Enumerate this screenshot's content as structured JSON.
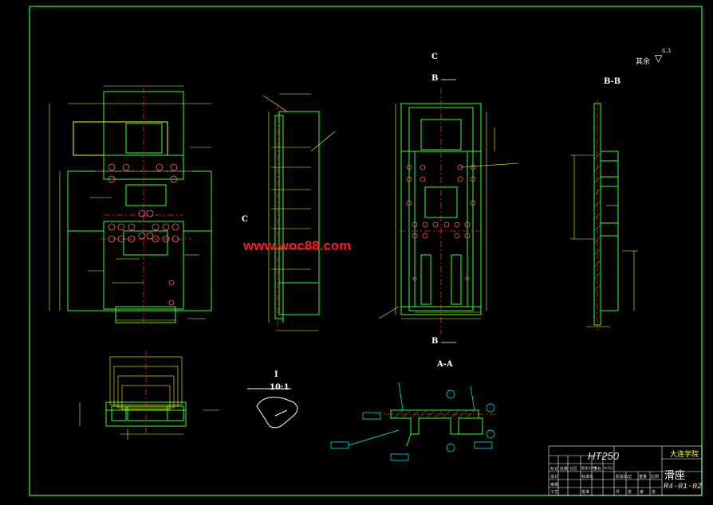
{
  "colors": {
    "background": "#000000",
    "frame": "#33ff33",
    "dimension": "#ffff00",
    "centerline": "#ff2020",
    "text": "#ffffff",
    "annotation": "#00ffff",
    "watermark": "#ff1a1a"
  },
  "drawing": {
    "view_c_title": "C",
    "view_bb_title": "B-B",
    "view_aa_title": "A-A",
    "section_b_top": "B",
    "section_b_bottom": "B",
    "section_c_side": "C",
    "detail_label": "I",
    "detail_scale": "10:1",
    "roughness_note": "其余",
    "roughness_symbol": "▽",
    "roughness_value": "6.3",
    "watermark": "www.woc88.com"
  },
  "title_block": {
    "material": "HT250",
    "part_name": "滑座",
    "organization": "大连学院",
    "drawing_code": "R4-01-02",
    "row_labels": [
      "标记",
      "处数",
      "分区",
      "更改文件号",
      "签名",
      "年月日"
    ],
    "sign_labels": [
      "设计",
      "标准化",
      "审核",
      "工艺",
      "批准"
    ],
    "stage_labels": [
      "阶段标记",
      "重量",
      "比例"
    ],
    "sheet_labels": [
      "共",
      "张",
      "第",
      "张"
    ]
  }
}
